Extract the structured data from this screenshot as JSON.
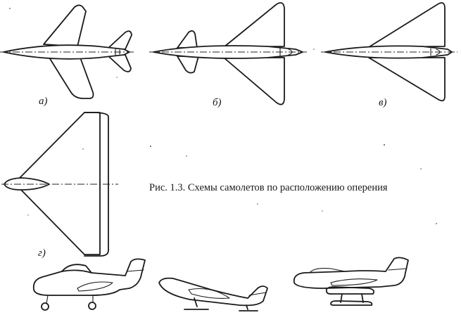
{
  "caption": "Рис. 1.3. Схемы самолетов по расположению оперения",
  "labels": {
    "a": "а)",
    "b": "б)",
    "v": "в)",
    "g": "г)"
  },
  "colors": {
    "line": "#1a1a1a",
    "background": "#ffffff"
  }
}
